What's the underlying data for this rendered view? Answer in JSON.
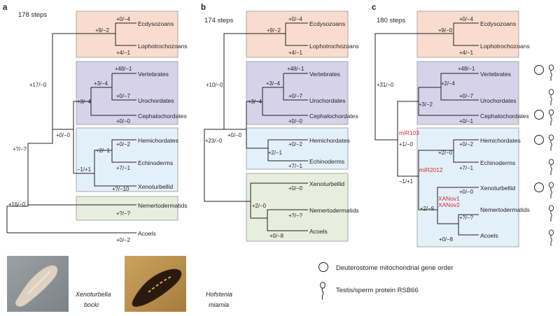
{
  "panels": {
    "a": {
      "letter": "a",
      "steps": "178 steps",
      "taxa": [
        "Ecdysozoans",
        "Lophotrochozoans",
        "Vertebrates",
        "Urochordates",
        "Cephalochordates",
        "Hemichordates",
        "Echinoderms",
        "Xenoturbellid",
        "Nemertodermatids",
        "Acoels"
      ],
      "branches": {
        "ecd": "+0/−4",
        "pro_node": "+9/−2",
        "loph": "+4/−1",
        "vert": "+48/−1",
        "oloch": "+3/−4",
        "uro": "+0/−7",
        "chord": "+3/−4",
        "ceph": "+0/−0",
        "deut": "+17/−0",
        "bil": "+0/−0",
        "hemi": "+0/−2",
        "amb": "+2/−1",
        "echi": "+7/−1",
        "xa": "−1/+1",
        "xeno": "+?/−10",
        "nem_node": "+?/−?",
        "nem": "+?/−?",
        "root": "+16/−0",
        "acoel": "+0/−2"
      }
    },
    "b": {
      "letter": "b",
      "steps": "174 steps",
      "taxa": [
        "Ecdysozoans",
        "Lophotrochozoans",
        "Vertebrates",
        "Urochordates",
        "Cephalochordates",
        "Hemichordates",
        "Echinoderms",
        "Xenoturbellid",
        "Nemertodermatids",
        "Acoels"
      ],
      "branches": {
        "ecd": "+0/−4",
        "pro_node": "+9/−2",
        "loph": "+4/−1",
        "vert": "+48/−1",
        "oloch": "+3/−4",
        "uro": "+0/−7",
        "chord": "+3/−4",
        "ceph": "+0/−0",
        "deut": "+10/−0",
        "bil": "+0/−0",
        "hemi": "+0/−2",
        "amb": "+2/−1",
        "echi": "+7/−1",
        "root": "+23/−0",
        "xen_node": "+2/−0",
        "xeno": "+0/−0",
        "nem": "+?/−?",
        "acoel": "+0/−8"
      }
    },
    "c": {
      "letter": "c",
      "steps": "180 steps",
      "taxa": [
        "Ecdysozoans",
        "Lophotrochozoans",
        "Vertebrates",
        "Urochordates",
        "Cephalochordates",
        "Hemichordates",
        "Echinoderms",
        "Xenoturbellid",
        "Nemertodermatids",
        "Acoels"
      ],
      "branches": {
        "ecd": "+0/−4",
        "pro_node": "+9/−0",
        "loph": "+4/−1",
        "root": "+31/−0",
        "vert": "+48/−1",
        "oloch": "+2/−4",
        "uro": "+0/−7",
        "chord": "+3/−2",
        "ceph": "+0/−1",
        "deut": "+1/−0",
        "hemi": "+0/−2",
        "amb": "+2/−0",
        "echi": "+7/−1",
        "xa": "−1/+1",
        "xeno": "+0/−0",
        "xen_node": "+2/−9",
        "nem": "+?/−?",
        "acoel": "+0/−8"
      },
      "markers": [
        "miR103",
        "miR2012",
        "XANov1",
        "XANov2"
      ]
    }
  },
  "photos": {
    "left_caption_1": "Xenoturbella",
    "left_caption_2": "bocki",
    "right_caption_1": "Hofstenia",
    "right_caption_2": "miamia"
  },
  "legend": {
    "circle_label": "Deuterostome mitochondrial gene order",
    "sperm_label": "Testis/sperm protein RSB66"
  },
  "colors": {
    "protostome_box": "#f9dccd",
    "chordate_box": "#d5d2ea",
    "ambulacraria_box": "#e2f0fa",
    "acoel_box": "#e7eedd",
    "box_stroke": "#a9a9a9",
    "marker_red": "#d7282f"
  }
}
